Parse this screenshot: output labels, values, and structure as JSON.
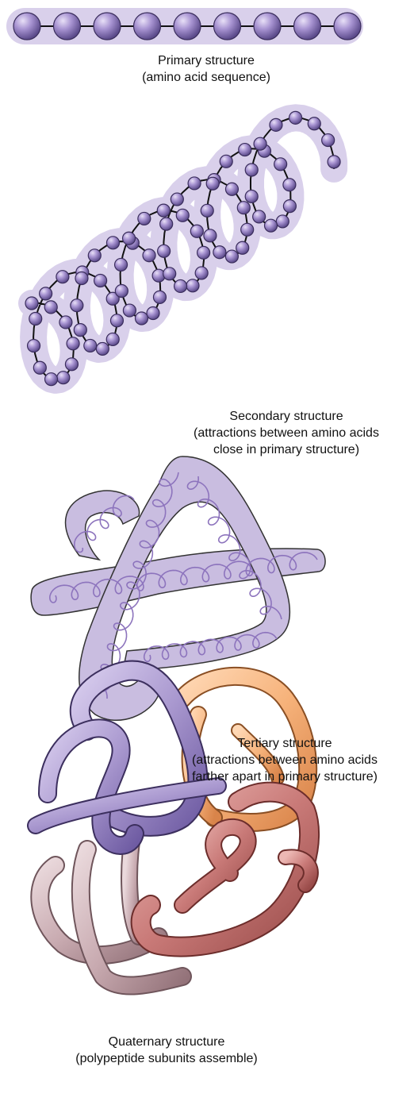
{
  "levels": [
    {
      "name": "Primary structure",
      "detail": "(amino acid sequence)"
    },
    {
      "name": "Secondary structure",
      "detail_1": "(attractions between amino acids",
      "detail_2": "close in primary structure)"
    },
    {
      "name": "Tertiary structure",
      "detail_1": "(attractions between amino acids",
      "detail_2": "farther apart in primary structure)"
    },
    {
      "name": "Quaternary structure",
      "detail": "(polypeptide subunits assemble)"
    }
  ],
  "colors": {
    "bead": "#9b89c4",
    "bead_dark": "#4a3a73",
    "halo": "#d9d0eb",
    "chain": "#111111",
    "tertiary_fill": "#c9bde0",
    "tertiary_coil": "#8d74bd",
    "subunit_purple": "#a998cf",
    "subunit_orange": "#f6b27a",
    "subunit_red": "#c97a78",
    "subunit_mauve": "#c8aab0"
  }
}
